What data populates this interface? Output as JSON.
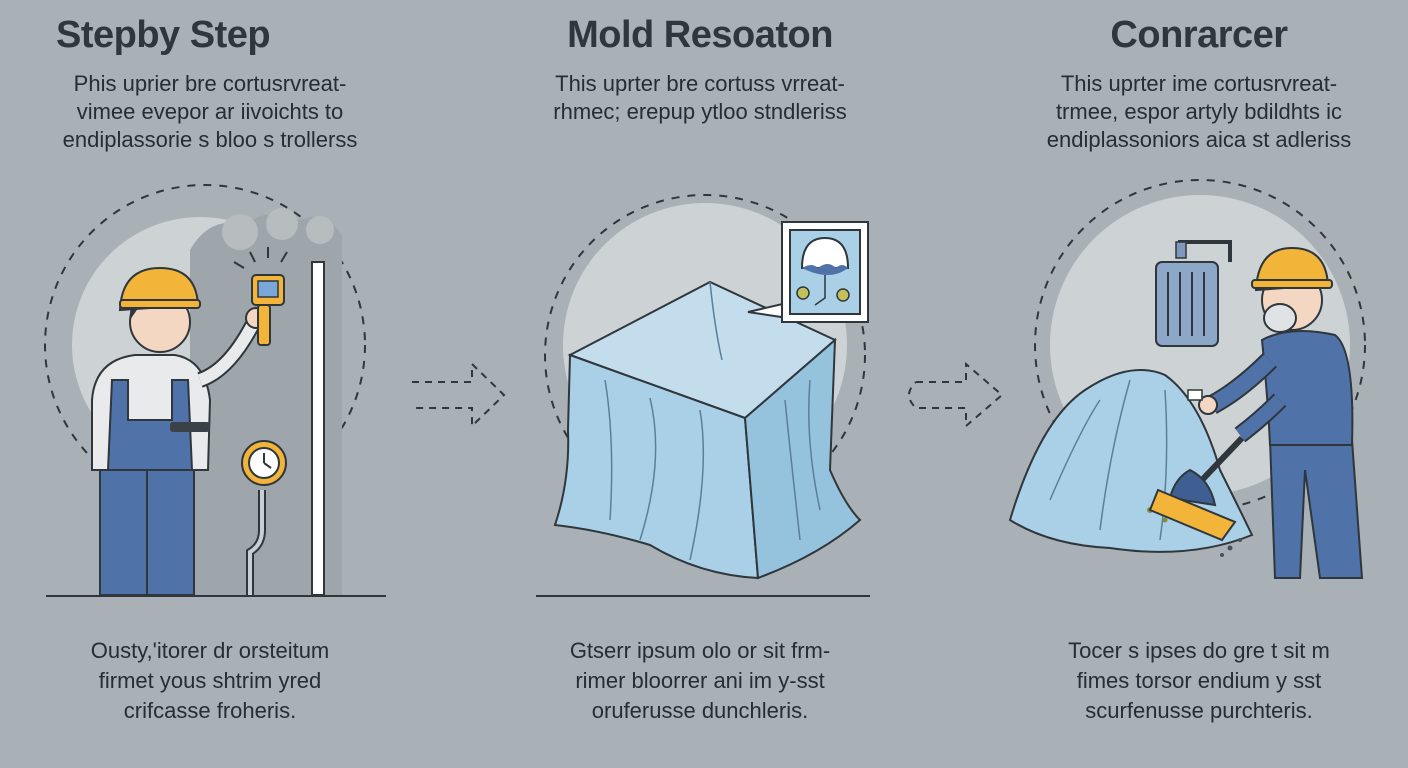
{
  "colors": {
    "background": "#a9b1b6",
    "text": "#2b3238",
    "hardhat": "#f2b53a",
    "overalls": "#4f72a8",
    "plastic": "#a9d0e6",
    "circle": "#cdd2d5"
  },
  "steps": [
    {
      "title": "Stepby Step",
      "description": [
        "Phis uprier bre cortusrvreat-",
        "vimee evepor ar iivoichts to",
        "endiplassorie s bloo s trollerss"
      ],
      "footer": [
        "Ousty,'itorer dr orsteitum",
        "firmet yous shtrim yred",
        "crifcasse froheris."
      ],
      "icons": [
        "worker-icon",
        "moisture-meter-icon",
        "pressure-gauge-icon",
        "wall-icon"
      ]
    },
    {
      "title": "Mold Resoaton",
      "description": [
        "This uprter bre cortuss vrreat-",
        "rhmec; erepup ytloo stndleriss"
      ],
      "footer": [
        "Gtserr ipsum olo or sit frm-",
        "rimer bloorrer ani im y-sst",
        "oruferusse dunchleris."
      ],
      "icons": [
        "containment-tent-icon",
        "mold-sample-icon"
      ]
    },
    {
      "title": "Conrarcer",
      "description": [
        "This uprter ime cortusrvreat-",
        "trmee, espor artyly bdildhts ic",
        "endiplassoniors aica st adleriss"
      ],
      "footer": [
        "Tocer s ipses do gre t sit m",
        "fimes torsor endium y sst",
        "scurfenusse purchteris."
      ],
      "icons": [
        "air-scrubber-icon",
        "worker-respirator-icon",
        "debris-tarp-icon",
        "vacuum-icon"
      ]
    }
  ]
}
